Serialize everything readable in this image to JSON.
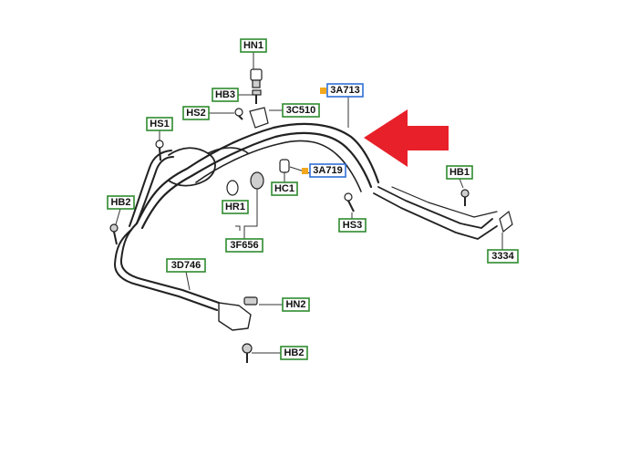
{
  "callouts": {
    "hn1": "HN1",
    "hb3": "HB3",
    "hs2": "HS2",
    "c3c510": "3C510",
    "a3a713": "3A713",
    "hs1": "HS1",
    "a3a719": "3A719",
    "hc1": "HC1",
    "hb1": "HB1",
    "hb2_left": "HB2",
    "hr1": "HR1",
    "hs3": "HS3",
    "f3f656": "3F656",
    "p3334": "3334",
    "d3d746": "3D746",
    "hn2": "HN2",
    "hb2_bottom": "HB2"
  },
  "colors": {
    "label_border_default": "#2e8b2e",
    "label_border_highlight": "#2f6fd6",
    "marker_square": "#f2a81d",
    "arrow": "#e8202a"
  },
  "icons": {
    "pointer": "red-arrow-icon",
    "marker": "orange-square-icon"
  }
}
